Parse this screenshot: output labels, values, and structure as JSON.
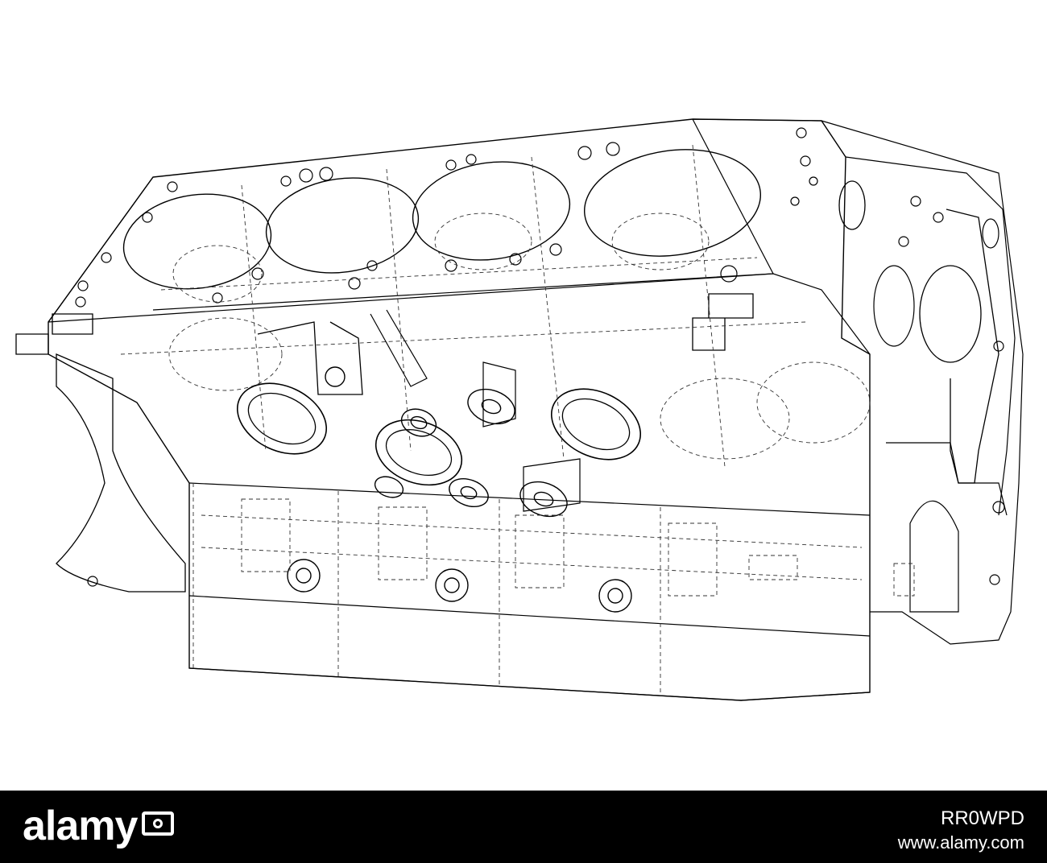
{
  "footer": {
    "brand": "alamy",
    "image_id": "RR0WPD",
    "site": "www.alamy.com"
  },
  "drawing": {
    "stroke_color": "#000000",
    "background": "#ffffff",
    "footer_background": "#000000"
  }
}
